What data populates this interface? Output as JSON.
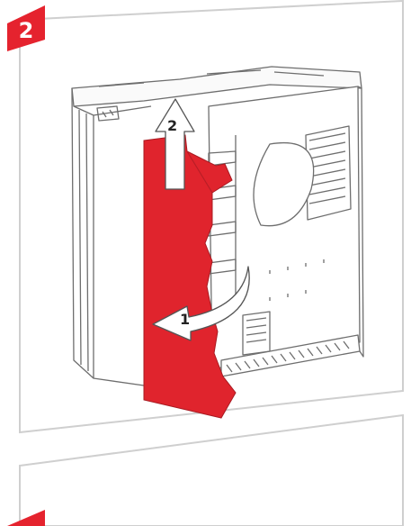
{
  "step": {
    "number": "2"
  },
  "arrows": [
    {
      "label": "2",
      "direction": "up"
    },
    {
      "label": "1",
      "direction": "swing-left"
    }
  ],
  "colors": {
    "accent_red": "#E5232E",
    "panel_red": "#E0242D",
    "frame_gray": "#CFCFCF",
    "line_art": "#6E6E6E",
    "background": "#FFFFFF"
  },
  "icons": {
    "step_badge": "step-number-badge",
    "up_arrow": "up-arrow-icon",
    "curved_arrow": "curved-arrow-icon"
  }
}
